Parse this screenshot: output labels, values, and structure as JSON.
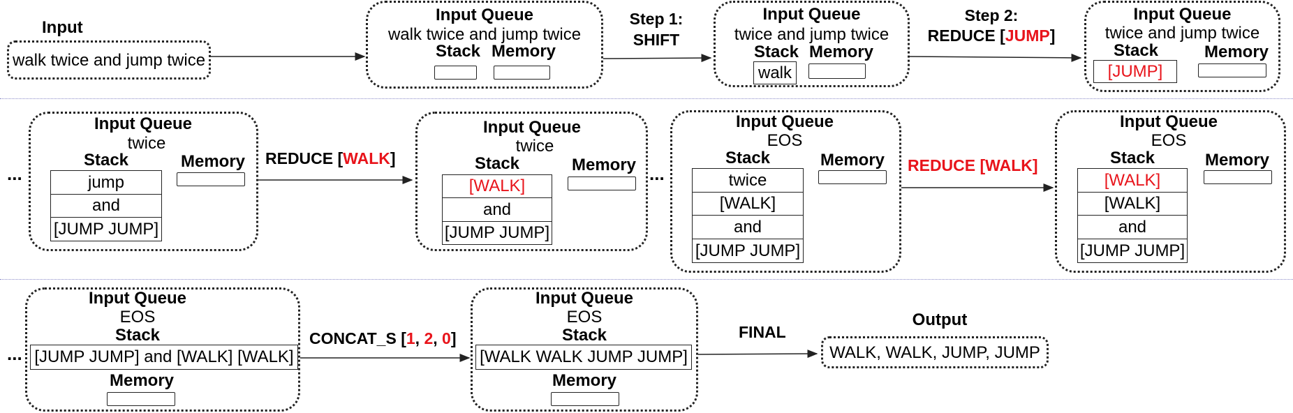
{
  "labels": {
    "input": "Input",
    "output": "Output",
    "input_queue": "Input Queue",
    "stack": "Stack",
    "memory": "Memory",
    "ellipsis": "..."
  },
  "input_text": "walk twice and jump twice",
  "output_text": "WALK, WALK, JUMP, JUMP",
  "steps": {
    "step1_line1": "Step 1:",
    "step1_line2": "SHIFT",
    "step2_line1": "Step 2:",
    "step2_prefix": "REDUCE [",
    "step2_arg": "JUMP",
    "step2_suffix": "]",
    "reduce_walk_prefix": "REDUCE [",
    "reduce_walk_arg": "WALK",
    "reduce_walk_suffix": "]",
    "reduce_walk_full": "REDUCE [WALK]",
    "concat_prefix": "CONCAT_S [",
    "concat_arg1": "1",
    "concat_arg2": "2",
    "concat_arg3": "0",
    "concat_sep": ", ",
    "concat_suffix": "]",
    "final": "FINAL"
  },
  "states": {
    "s1": {
      "queue": "walk twice and jump twice",
      "stack": []
    },
    "s2": {
      "queue": "twice and jump twice",
      "stack": [
        "walk"
      ]
    },
    "s3": {
      "queue": "twice and jump twice",
      "stack": [
        "[JUMP]"
      ]
    },
    "s4": {
      "queue": "twice",
      "stack": [
        "jump",
        "and",
        "[JUMP JUMP]"
      ]
    },
    "s5": {
      "queue": "twice",
      "stack": [
        "[WALK]",
        "and",
        "[JUMP JUMP]"
      ]
    },
    "s6": {
      "queue": "EOS",
      "stack": [
        "twice",
        "[WALK]",
        "and",
        "[JUMP JUMP]"
      ]
    },
    "s7": {
      "queue": "EOS",
      "stack": [
        "[WALK]",
        "[WALK]",
        "and",
        "[JUMP JUMP]"
      ]
    },
    "s8": {
      "queue": "EOS",
      "stack": [
        "[JUMP JUMP] and [WALK] [WALK]"
      ]
    },
    "s9": {
      "queue": "EOS",
      "stack": [
        "[WALK WALK JUMP JUMP]"
      ]
    }
  },
  "colors": {
    "highlight": "#e8141b",
    "border": "#222222",
    "separator": "#8a8ac8"
  }
}
